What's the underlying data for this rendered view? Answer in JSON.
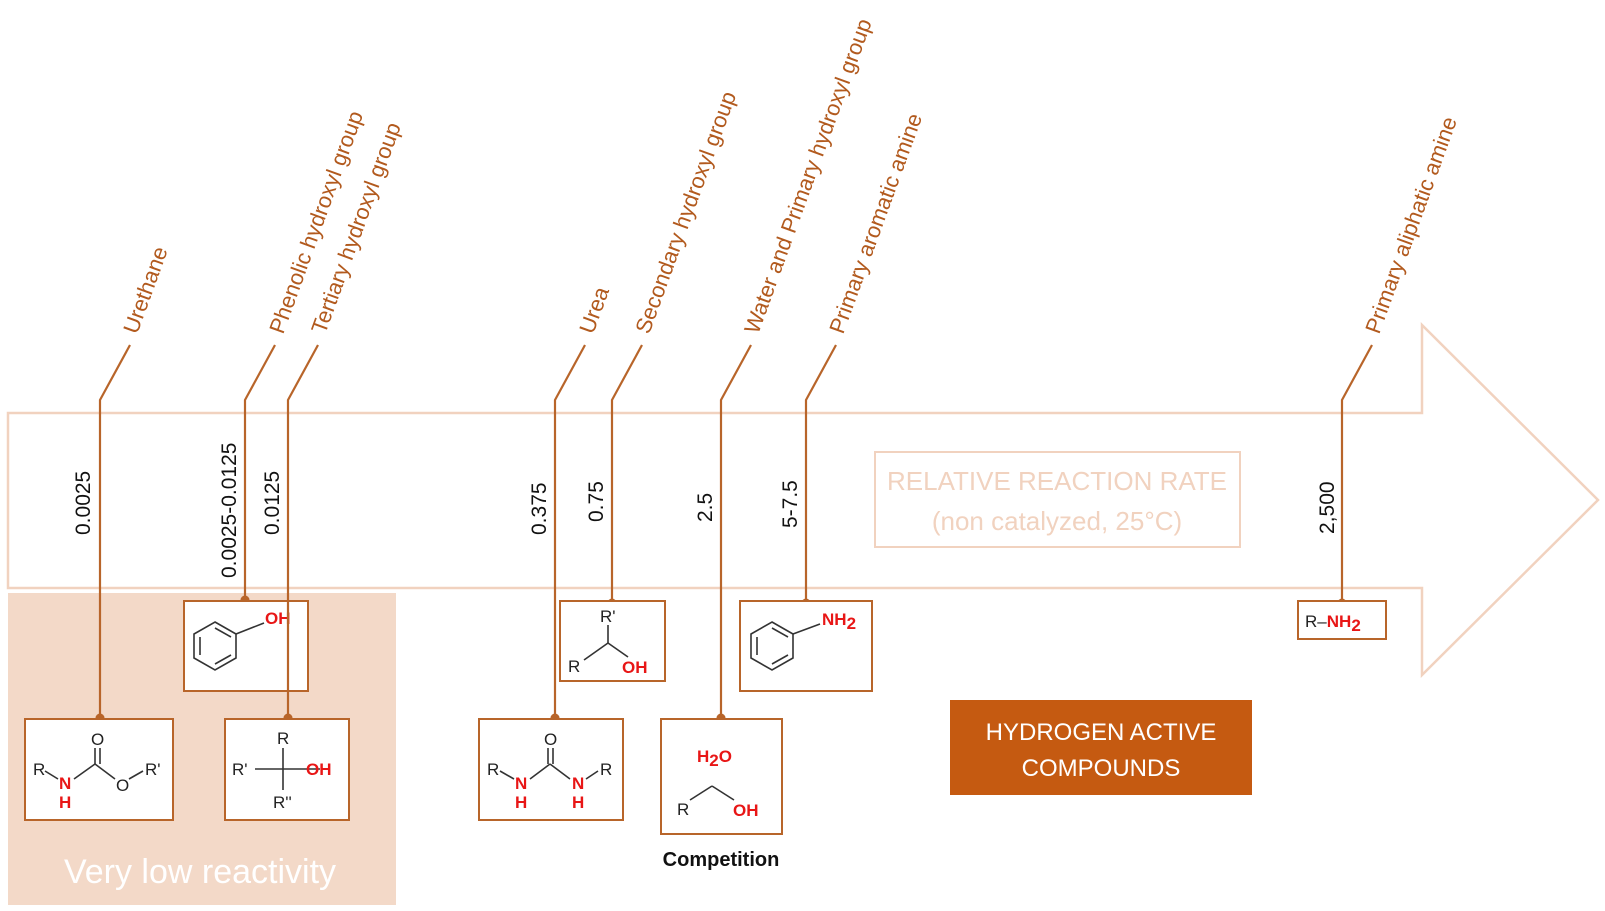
{
  "title": "",
  "axis": {
    "label_line1": "RELATIVE REACTION RATE",
    "label_line2": "(non catalyzed, 25°C)"
  },
  "low_reactivity_label": "Very low reactivity",
  "legend_label_line1": "HYDROGEN ACTIVE",
  "legend_label_line2": "COMPOUNDS",
  "competition_label": "Competition",
  "groups": [
    {
      "name": "Urethane",
      "rate": "0.0025"
    },
    {
      "name": "Phenolic hydroxyl group",
      "rate": "0.0025-0.0125"
    },
    {
      "name": "Tertiary hydroxyl group",
      "rate": "0.0125"
    },
    {
      "name": "Urea",
      "rate": "0.375"
    },
    {
      "name": "Secondary hydroxyl group",
      "rate": "0.75"
    },
    {
      "name": "Water and Primary hydroxyl group",
      "rate": "2.5"
    },
    {
      "name": "Primary aromatic amine",
      "rate": "5-7.5"
    },
    {
      "name": "Primary aliphatic amine",
      "rate": "2,500"
    }
  ],
  "structures": {
    "urethane": {
      "r": "R",
      "o_top": "O",
      "o_side": "O",
      "r2": "R'",
      "n": "N",
      "h": "H"
    },
    "phenol": {
      "oh": "OH"
    },
    "tertiary": {
      "r_top": "R",
      "r_left": "R'",
      "r_bottom": "R''",
      "oh": "OH"
    },
    "urea": {
      "o": "O",
      "r1": "R",
      "r2": "R",
      "n1": "N",
      "n2": "N",
      "h1": "H",
      "h2": "H"
    },
    "secondary": {
      "r_top": "R'",
      "r_bottom": "R",
      "oh": "OH"
    },
    "water": {
      "h2o_h": "H",
      "h2o_2": "2",
      "h2o_o": "O",
      "r": "R",
      "oh": "OH"
    },
    "aniline": {
      "nh": "NH",
      "sub": "2"
    },
    "aliphatic": {
      "r": "R",
      "dash": "–",
      "nh": "NH",
      "sub": "2"
    }
  },
  "colors": {
    "accent": "#b8652a",
    "arrow_outline": "#f1d2bf",
    "low_band": "#f3d9c8",
    "legend_fill": "#c55a11",
    "hetero_red": "#e81616"
  }
}
